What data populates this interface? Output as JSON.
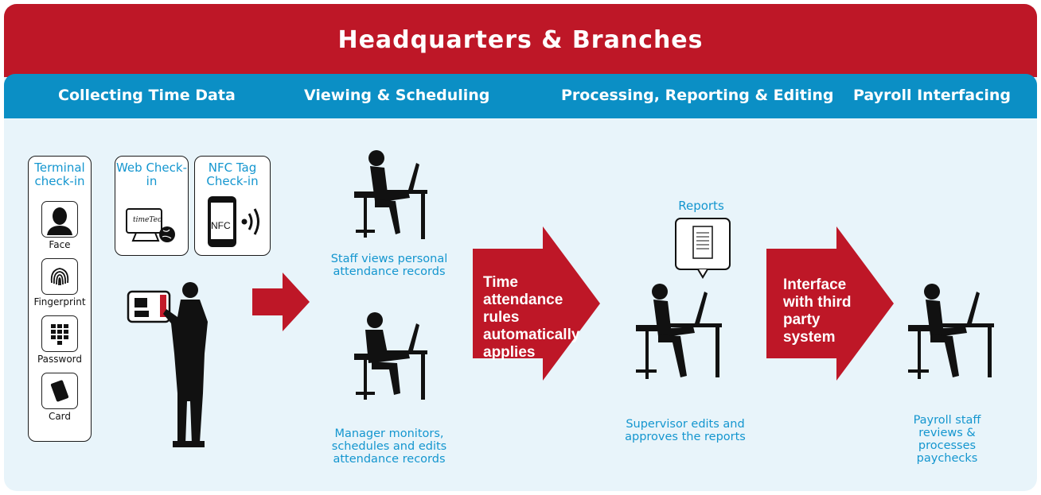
{
  "header": {
    "title": "Headquarters & Branches"
  },
  "stages": [
    {
      "label": "Collecting Time Data"
    },
    {
      "label": "Viewing & Scheduling"
    },
    {
      "label": "Processing, Reporting & Editing"
    },
    {
      "label": "Payroll Interfacing"
    }
  ],
  "checkin": {
    "terminal_title": "Terminal check-in",
    "web_title": "Web Check-in",
    "nfc_title": "NFC Tag Check-in",
    "nfc_badge": "NFC",
    "web_logo": "timeTec",
    "methods": [
      {
        "label": "Face",
        "icon": "face-icon"
      },
      {
        "label": "Fingerprint",
        "icon": "fingerprint-icon"
      },
      {
        "label": "Password",
        "icon": "keypad-icon"
      },
      {
        "label": "Card",
        "icon": "card-icon"
      }
    ]
  },
  "viewing": {
    "staff_caption": "Staff views personal attendance records",
    "manager_caption": "Manager monitors, schedules and edits attendance records"
  },
  "arrows": {
    "rules_text": "Time attendance rules automatically applies",
    "interface_text": "Interface with third party system"
  },
  "processing": {
    "reports_label": "Reports",
    "supervisor_caption": "Supervisor edits and approves the reports"
  },
  "payroll": {
    "payroll_caption": "Payroll staff reviews & processes paychecks"
  },
  "colors": {
    "red": "#be1727",
    "blue": "#0b8fc5",
    "light_bg": "#e8f4fa",
    "caption_blue": "#1496cf"
  }
}
